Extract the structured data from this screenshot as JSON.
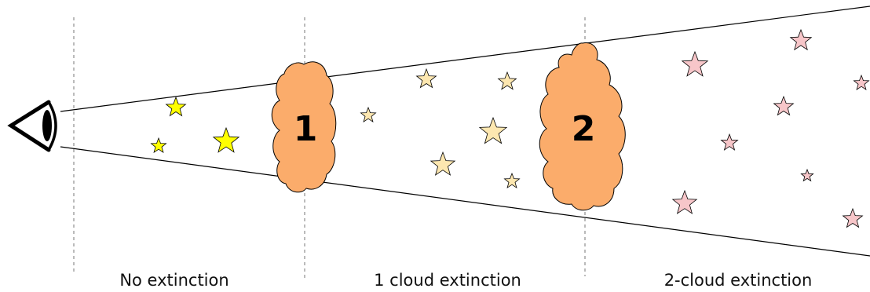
{
  "regions": {
    "no_extinction": "No extinction",
    "one_cloud": "1 cloud extinction",
    "two_cloud": "2-cloud extinction"
  },
  "clouds": {
    "first": "1",
    "second": "2",
    "fill_color": "#fbac6b",
    "stroke_color": "#000000"
  },
  "star_colors": {
    "unreddened": "#ffff00",
    "one_cloud": "#fde7b0",
    "two_cloud": "#f7c6c9"
  },
  "observer_icon": "eye-icon"
}
